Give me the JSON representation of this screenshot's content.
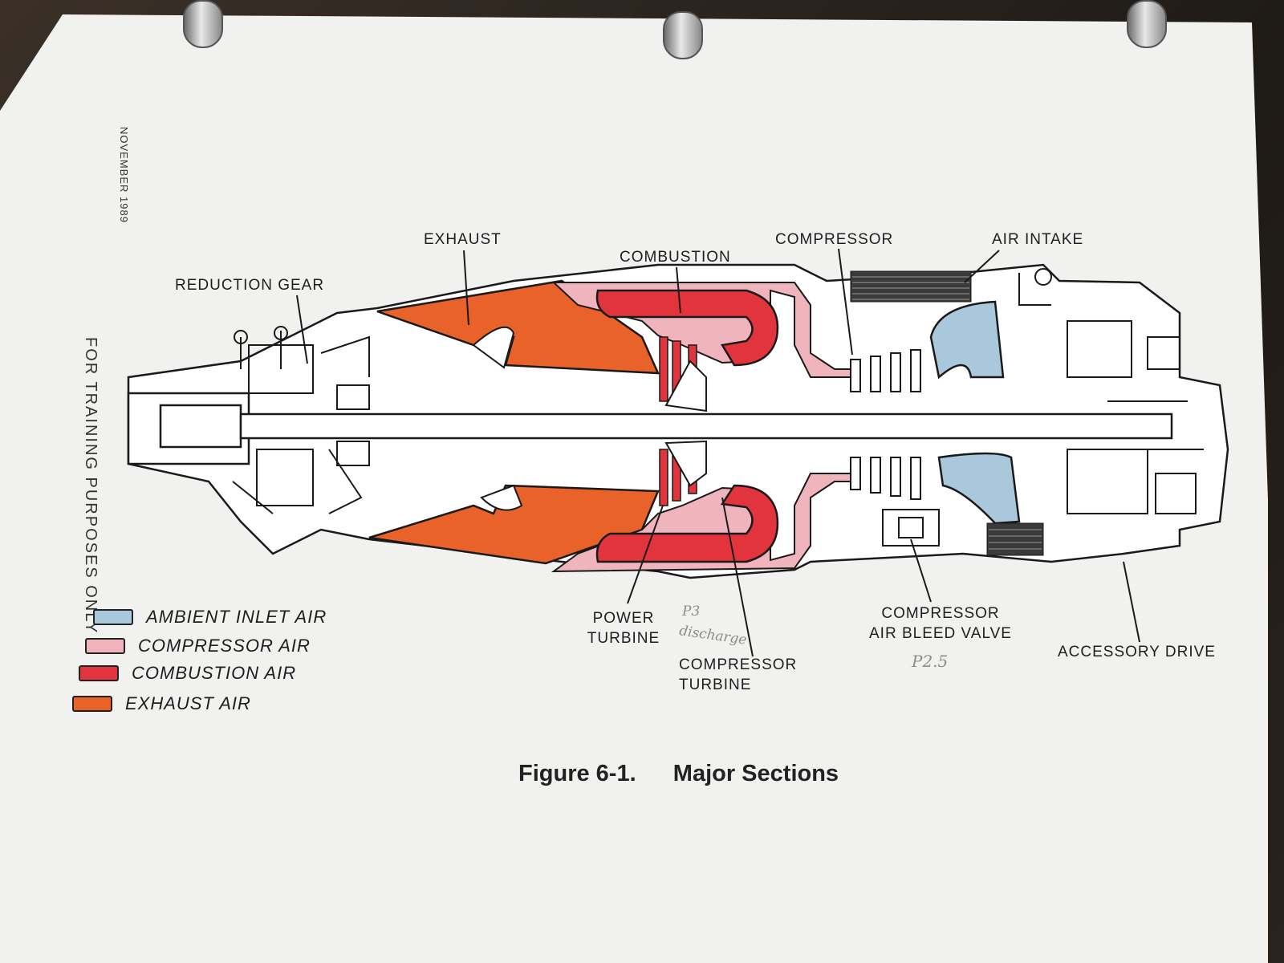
{
  "doc": {
    "date": "NOVEMBER 1989",
    "watermark": "FOR TRAINING PURPOSES ONLY",
    "figure_number": "Figure 6-1.",
    "figure_title": "Major Sections"
  },
  "callouts": {
    "exhaust": "EXHAUST",
    "combustion": "COMBUSTION",
    "compressor": "COMPRESSOR",
    "air_intake": "AIR INTAKE",
    "reduction_gear": "REDUCTION GEAR",
    "power_turbine_1": "POWER",
    "power_turbine_2": "TURBINE",
    "compressor_turbine_1": "COMPRESSOR",
    "compressor_turbine_2": "TURBINE",
    "bleed_valve_1": "COMPRESSOR",
    "bleed_valve_2": "AIR BLEED VALVE",
    "accessory_drive": "ACCESSORY DRIVE"
  },
  "handwritten": {
    "p3": "P3",
    "discharge": "discharge",
    "p25": "P2.5"
  },
  "legend": [
    {
      "label": "AMBIENT INLET AIR",
      "color": "#a9c8dc"
    },
    {
      "label": "COMPRESSOR AIR",
      "color": "#f0b4bc"
    },
    {
      "label": "COMBUSTION AIR",
      "color": "#e2343c"
    },
    {
      "label": "EXHAUST AIR",
      "color": "#e8622a"
    }
  ],
  "colors": {
    "ambient": "#a9c8dc",
    "compressor": "#f0b4bc",
    "combustion": "#e2343c",
    "exhaust": "#e8622a",
    "outline": "#1a1a1a"
  }
}
